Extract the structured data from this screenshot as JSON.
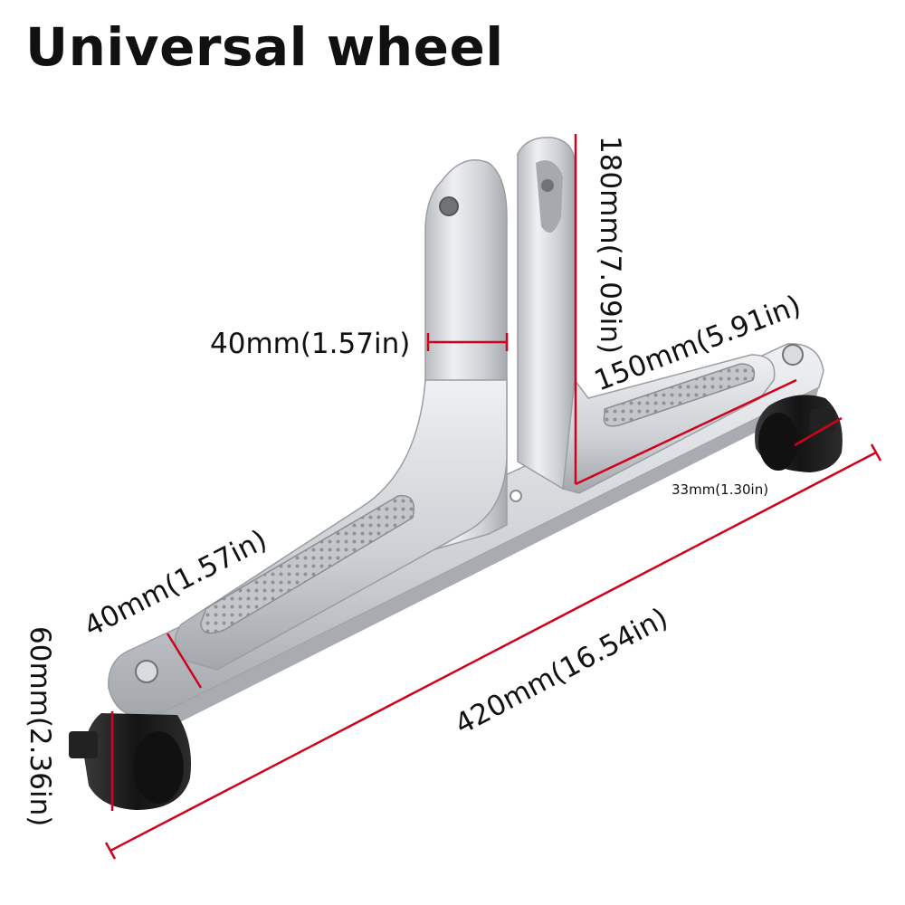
{
  "title": "Universal wheel",
  "dimensions": {
    "upright_height": "180mm(7.09in)",
    "upright_width": "40mm(1.57in)",
    "foot_length": "150mm(5.91in)",
    "wheel_width": "33mm(1.30in)",
    "arm_width": "40mm(1.57in)",
    "wheel_height": "60mm(2.36in)",
    "total_length": "420mm(16.54in)"
  },
  "colors": {
    "metal_light": "#e6e8ea",
    "metal": "#c9ccd0",
    "metal_dark": "#9ea2a7",
    "pad": "#b5b8bc",
    "wheel": "#1a1a1a",
    "dimension_line": "#d0021b"
  }
}
